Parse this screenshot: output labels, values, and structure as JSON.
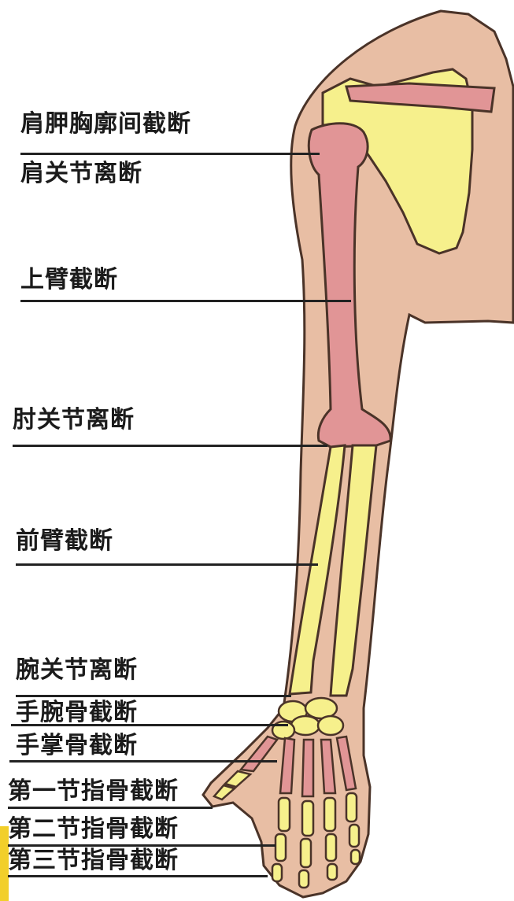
{
  "labels": {
    "l1": "肩胛胸廓间截断",
    "l2": "肩关节离断",
    "l3": "上臂截断",
    "l4": "肘关节离断",
    "l5": "前臂截断",
    "l6": "腕关节离断",
    "l7": "手腕骨截断",
    "l8": "手掌骨截断",
    "l9": "第一节指骨截断",
    "l10": "第二节指骨截断",
    "l11": "第三节指骨截断"
  },
  "colors": {
    "skin": "#e8bea4",
    "bone_red": "#e19596",
    "bone_yellow": "#f6f08c",
    "outline": "#4a3328",
    "line": "#222222"
  }
}
